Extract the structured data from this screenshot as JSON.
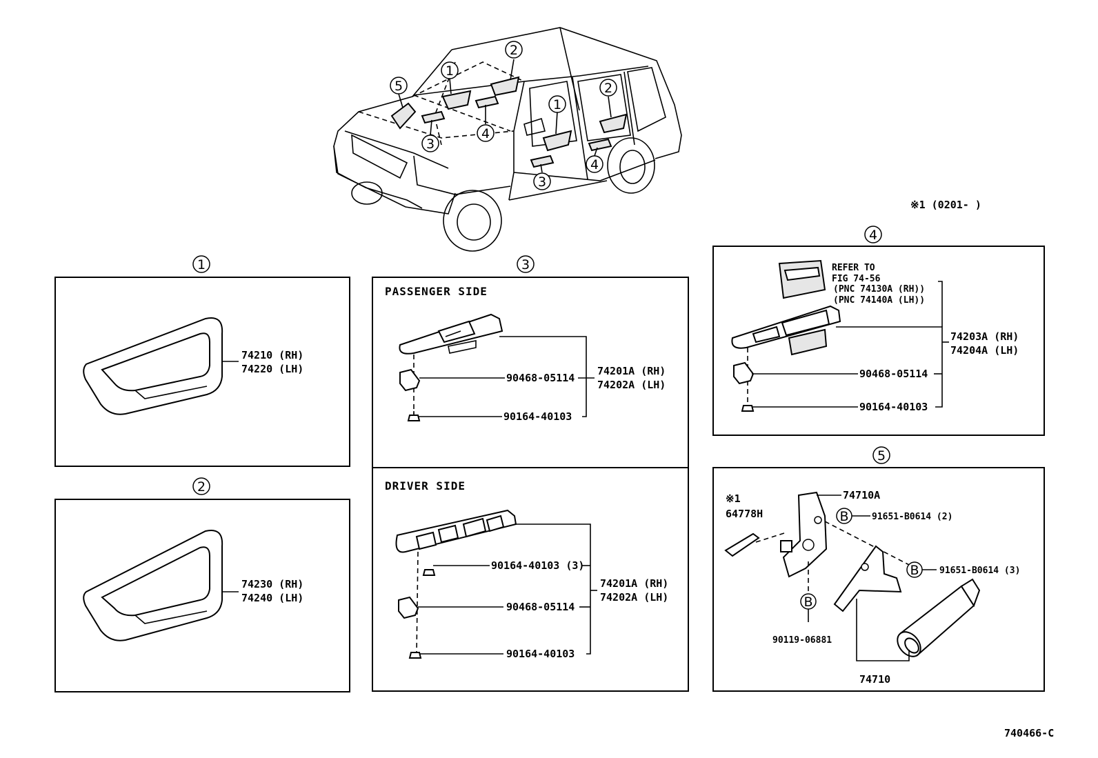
{
  "note_period": "※1 (0201-     )",
  "diagram_code": "740466-C",
  "callouts": {
    "c1": "1",
    "c2": "2",
    "c3": "3",
    "c4": "4",
    "c5": "5",
    "b": "B"
  },
  "section1": {
    "part_rh": "74210 (RH)",
    "part_lh": "74220 (LH)"
  },
  "section2": {
    "part_rh": "74230 (RH)",
    "part_lh": "74240 (LH)"
  },
  "section3": {
    "passenger_title": "PASSENGER SIDE",
    "passenger": {
      "clip": "90468-05114",
      "screw": "90164-40103",
      "assy_rh": "74201A (RH)",
      "assy_lh": "74202A (LH)"
    },
    "driver_title": "DRIVER SIDE",
    "driver": {
      "screw3": "90164-40103 (3)",
      "clip": "90468-05114",
      "screw": "90164-40103",
      "assy_rh": "74201A (RH)",
      "assy_lh": "74202A (LH)"
    }
  },
  "section4": {
    "refer1": "REFER TO",
    "refer2": "FIG 74-56",
    "refer3": "(PNC 74130A (RH))",
    "refer4": "(PNC 74140A (LH))",
    "assy_rh": "74203A (RH)",
    "assy_lh": "74204A (LH)",
    "clip": "90468-05114",
    "screw": "90164-40103"
  },
  "section5": {
    "note_mark": "※1",
    "cable": "64778H",
    "bracket": "74710A",
    "bolt2": "91651-B0614 (2)",
    "bolt3": "91651-B0614 (3)",
    "nut": "90119-06881",
    "lighter": "74710"
  }
}
